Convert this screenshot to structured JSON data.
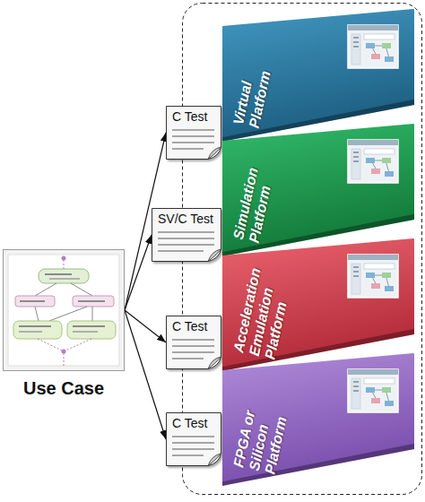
{
  "diagram": {
    "nodes": [
      {
        "text": [
          "Use Case"
        ]
      },
      {
        "text": [
          "C Test"
        ]
      },
      {
        "text": [
          "Virtual Platform"
        ]
      },
      {
        "text": [
          "SV/C Test"
        ]
      },
      {
        "text": [
          "Simulation Platform"
        ]
      },
      {
        "text": [
          "C Test"
        ]
      },
      {
        "text": [
          "Acceleration Emulation Platform"
        ]
      },
      {
        "text": [
          "C Test"
        ]
      },
      {
        "text": [
          "FPGA or Silicon Platform"
        ]
      }
    ],
    "edges": [
      {
        "from": 0,
        "to": 1,
        "arrow": "to"
      },
      {
        "from": 0,
        "to": 3,
        "arrow": "to"
      },
      {
        "from": 0,
        "to": 5,
        "arrow": "to"
      },
      {
        "from": 0,
        "to": 7,
        "arrow": "to"
      }
    ]
  }
}
